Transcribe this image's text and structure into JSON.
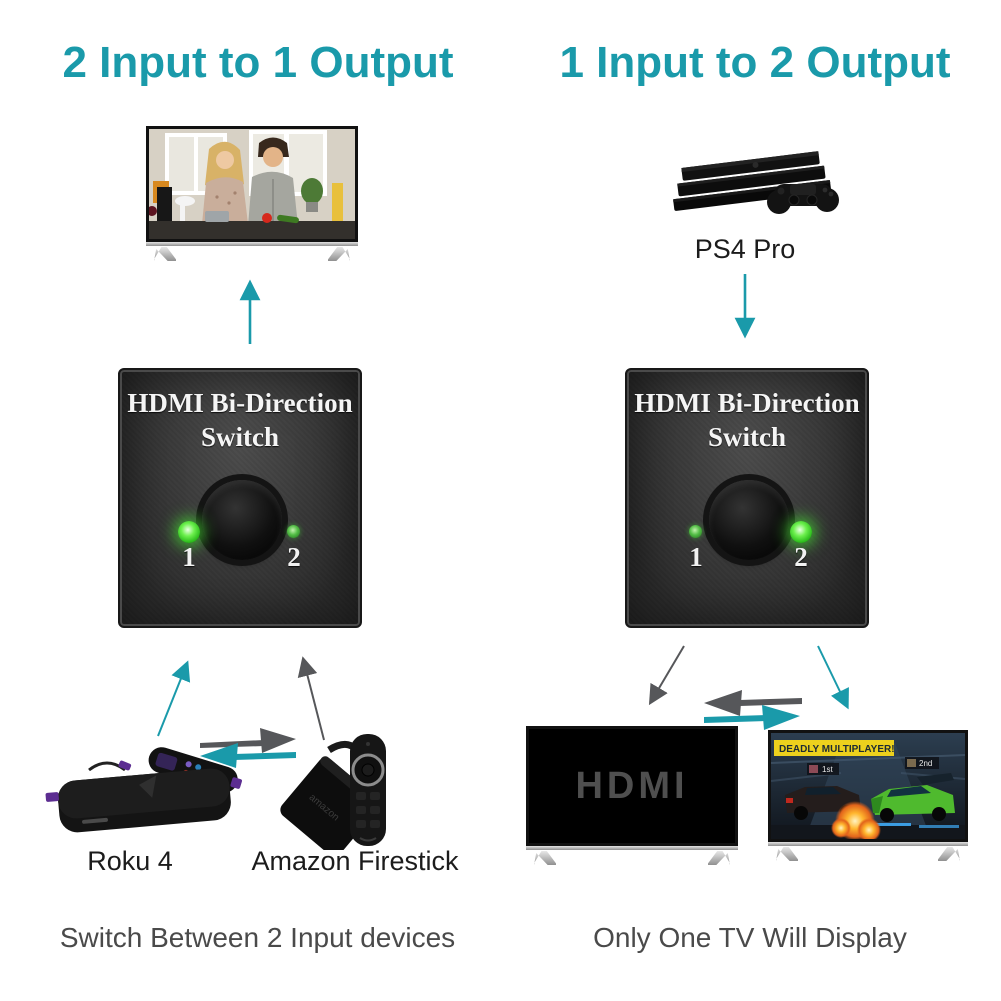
{
  "colors": {
    "teal_accent": "#1A9AAA",
    "arrow_gray": "#56575A",
    "caption_gray": "#4A4A4A",
    "led_green": "#35D622",
    "banner_yellow": "#EDD11D"
  },
  "icons": {
    "up_arrow": "teal-up-arrow",
    "down_arrow": "teal-down-arrow",
    "swap": "bidirectional-swap-arrows"
  },
  "left": {
    "title": "2 Input to 1 Output",
    "caption": "Switch Between 2 Input devices",
    "switch": {
      "line1": "HDMI Bi-Direction",
      "line2": "Switch",
      "port1": "1",
      "port2": "2"
    },
    "device1_label": "Roku 4",
    "device2_label": "Amazon Firestick"
  },
  "right": {
    "title": "1 Input to 2 Output",
    "caption": "Only One TV Will Display",
    "switch": {
      "line1": "HDMI Bi-Direction",
      "line2": "Switch",
      "port1": "1",
      "port2": "2"
    },
    "source_label": "PS4 Pro",
    "tv_text": "HDMI",
    "game": {
      "banner": "DEADLY MULTIPLAYER!",
      "badge1": "1st",
      "badge2": "2nd"
    },
    "firestick_brand": "amazon"
  }
}
